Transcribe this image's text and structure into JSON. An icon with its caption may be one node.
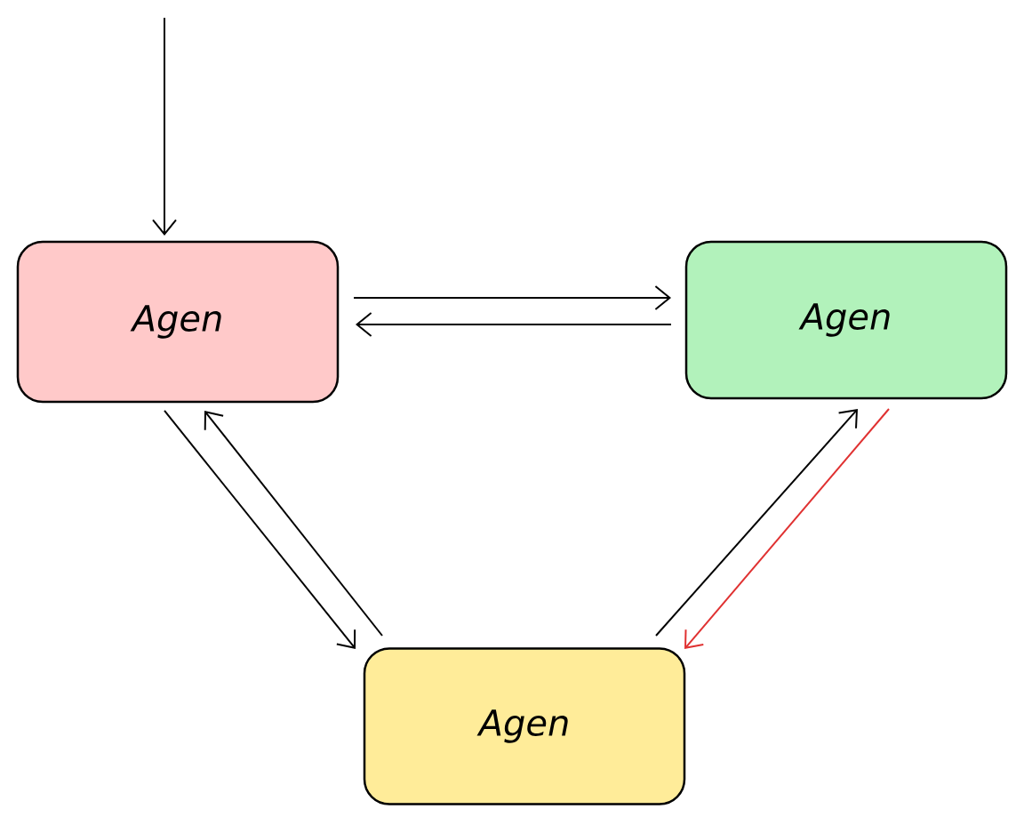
{
  "diagram": {
    "nodes": [
      {
        "text": [
          "Agen"
        ]
      },
      {
        "text": [
          "Agen"
        ]
      },
      {
        "text": [
          "Agen"
        ]
      }
    ],
    "edges": [
      {
        "from": null,
        "to": 0,
        "arrow": "to"
      },
      {
        "from": 0,
        "to": 1,
        "arrow": "to"
      },
      {
        "from": 1,
        "to": 0,
        "arrow": "to"
      },
      {
        "from": 0,
        "to": 2,
        "arrow": "to"
      },
      {
        "from": 2,
        "to": 0,
        "arrow": "to"
      },
      {
        "from": 2,
        "to": 1,
        "arrow": "to"
      },
      {
        "from": 1,
        "to": 2,
        "arrow": "to",
        "color": "#e03131"
      }
    ]
  }
}
